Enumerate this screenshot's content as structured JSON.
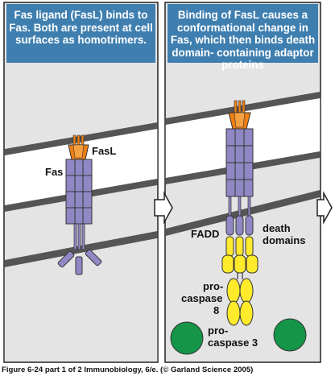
{
  "left_panel": {
    "caption": "Fas ligand (FasL) binds to Fas. Both are present at cell surfaces as homotrimers.",
    "labels": {
      "fasl": "FasL",
      "fas": "Fas"
    }
  },
  "right_panel": {
    "caption": "Binding of FasL causes a conformational change in Fas, which then binds death domain- containing adaptor proteins",
    "labels": {
      "fadd": "FADD",
      "death_domains": [
        "death",
        "domains"
      ],
      "procaspase8": [
        "pro-",
        "caspase",
        "8"
      ],
      "procaspase3": [
        "pro-",
        "caspase 3"
      ]
    }
  },
  "footer": "Figure 6-24 part 1 of 2  Immunobiology, 6/e. (© Garland Science 2005)",
  "colors": {
    "caption_bg": "#3f7fb0",
    "panel_bg": "#e4e4e4",
    "membrane_band": "#ffffff",
    "fas": "#8f88c4",
    "fasl": "#ee7f12",
    "fadd": "#ffea2c",
    "procaspase3": "#149548"
  }
}
